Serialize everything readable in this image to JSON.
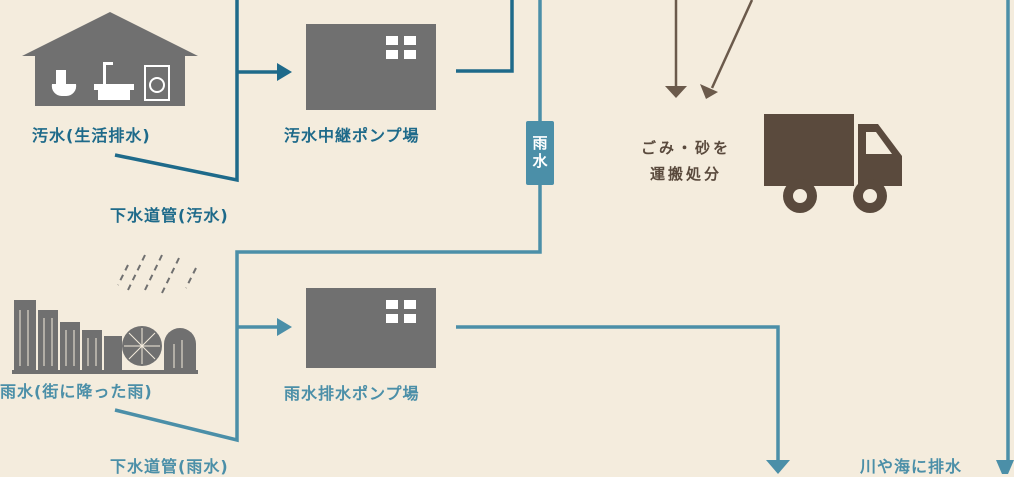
{
  "labels": {
    "sewage_source": "汚水(生活排水)",
    "sewage_pump": "汚水中継ポンプ場",
    "sewer_pipe_sewage": "下水道管(汚水)",
    "rain_tag": "雨水",
    "trash": "ごみ・砂を",
    "trash_disposal": "運搬処分",
    "rain_source": "雨水(街に降った雨)",
    "rain_pump": "雨水排水ポンプ場",
    "sewer_pipe_rain": "下水道管(雨水)",
    "discharge": "川や海に排水"
  },
  "colors": {
    "background": "#f4ecdd",
    "sewage_line": "#1e6a8a",
    "rain_line": "#4b8fa8",
    "building": "#707070",
    "truck": "#5a4a3d"
  }
}
